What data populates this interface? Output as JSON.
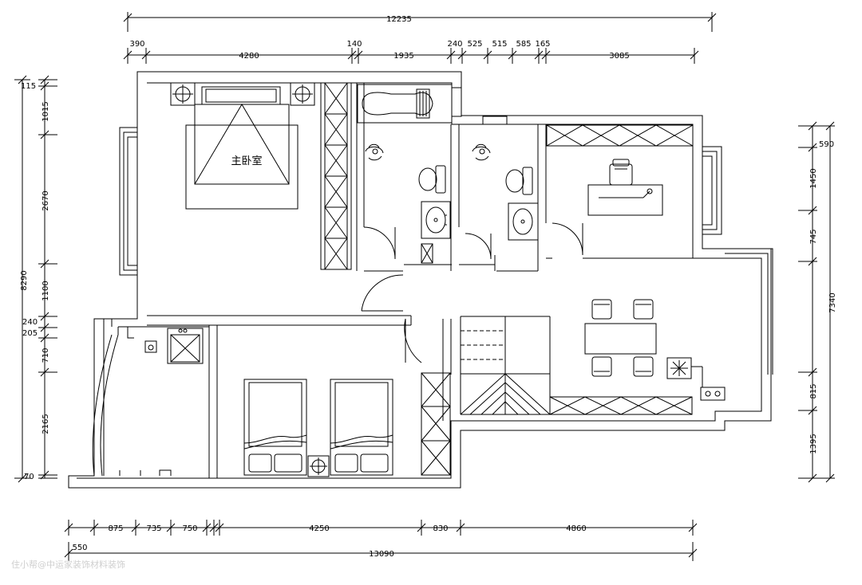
{
  "plan": {
    "room_label": "主卧室",
    "watermark": "住小帮@中运家装饰材料装饰"
  },
  "dimensions": {
    "top": {
      "total": "12235",
      "segments": [
        "390",
        "4280",
        "140",
        "1935",
        "240",
        "525",
        "515",
        "585",
        "165",
        "3085"
      ]
    },
    "bottom": {
      "total": "13090",
      "first": "550",
      "segments": [
        "875",
        "735",
        "750",
        "4250",
        "830",
        "4860"
      ]
    },
    "left": {
      "total": "8290",
      "segments": [
        "115",
        "1015",
        "2670",
        "1100",
        "240",
        "205",
        "710",
        "2165",
        "70"
      ]
    },
    "right": {
      "total": "7340",
      "segments": [
        "590",
        "1450",
        "745",
        "815",
        "1395"
      ]
    }
  },
  "colors": {
    "line": "#000000",
    "background": "#ffffff",
    "watermark": "#cfcfcf"
  }
}
